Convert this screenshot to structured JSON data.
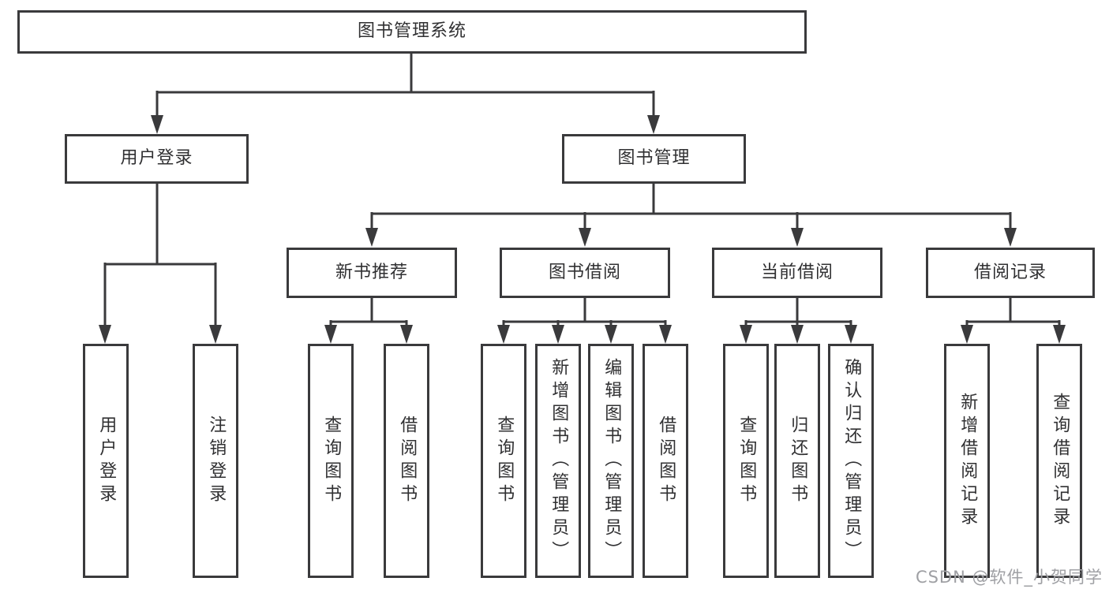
{
  "tree": {
    "label": "图书管理系统",
    "children": [
      {
        "label": "用户登录",
        "children": [
          {
            "label": "用户登录"
          },
          {
            "label": "注销登录"
          }
        ]
      },
      {
        "label": "图书管理",
        "children": [
          {
            "label": "新书推荐",
            "children": [
              {
                "label": "查询图书"
              },
              {
                "label": "借阅图书"
              }
            ]
          },
          {
            "label": "图书借阅",
            "children": [
              {
                "label": "查询图书"
              },
              {
                "label": "新增图书（管理员）"
              },
              {
                "label": "编辑图书（管理员）"
              },
              {
                "label": "借阅图书"
              }
            ]
          },
          {
            "label": "当前借阅",
            "children": [
              {
                "label": "查询图书"
              },
              {
                "label": "归还图书"
              },
              {
                "label": "确认归还（管理员）"
              }
            ]
          },
          {
            "label": "借阅记录",
            "children": [
              {
                "label": "新增借阅记录"
              },
              {
                "label": "查询借阅记录"
              }
            ]
          }
        ]
      }
    ]
  },
  "watermark": {
    "text": "CSDN @软件_小贺同学"
  },
  "colors": {
    "line_color": "#3a3a3c",
    "box_bg": "#ffffff",
    "text_color": "#303032",
    "watermark_color": "#9fa0a4",
    "page_bg": "#ffffff"
  }
}
